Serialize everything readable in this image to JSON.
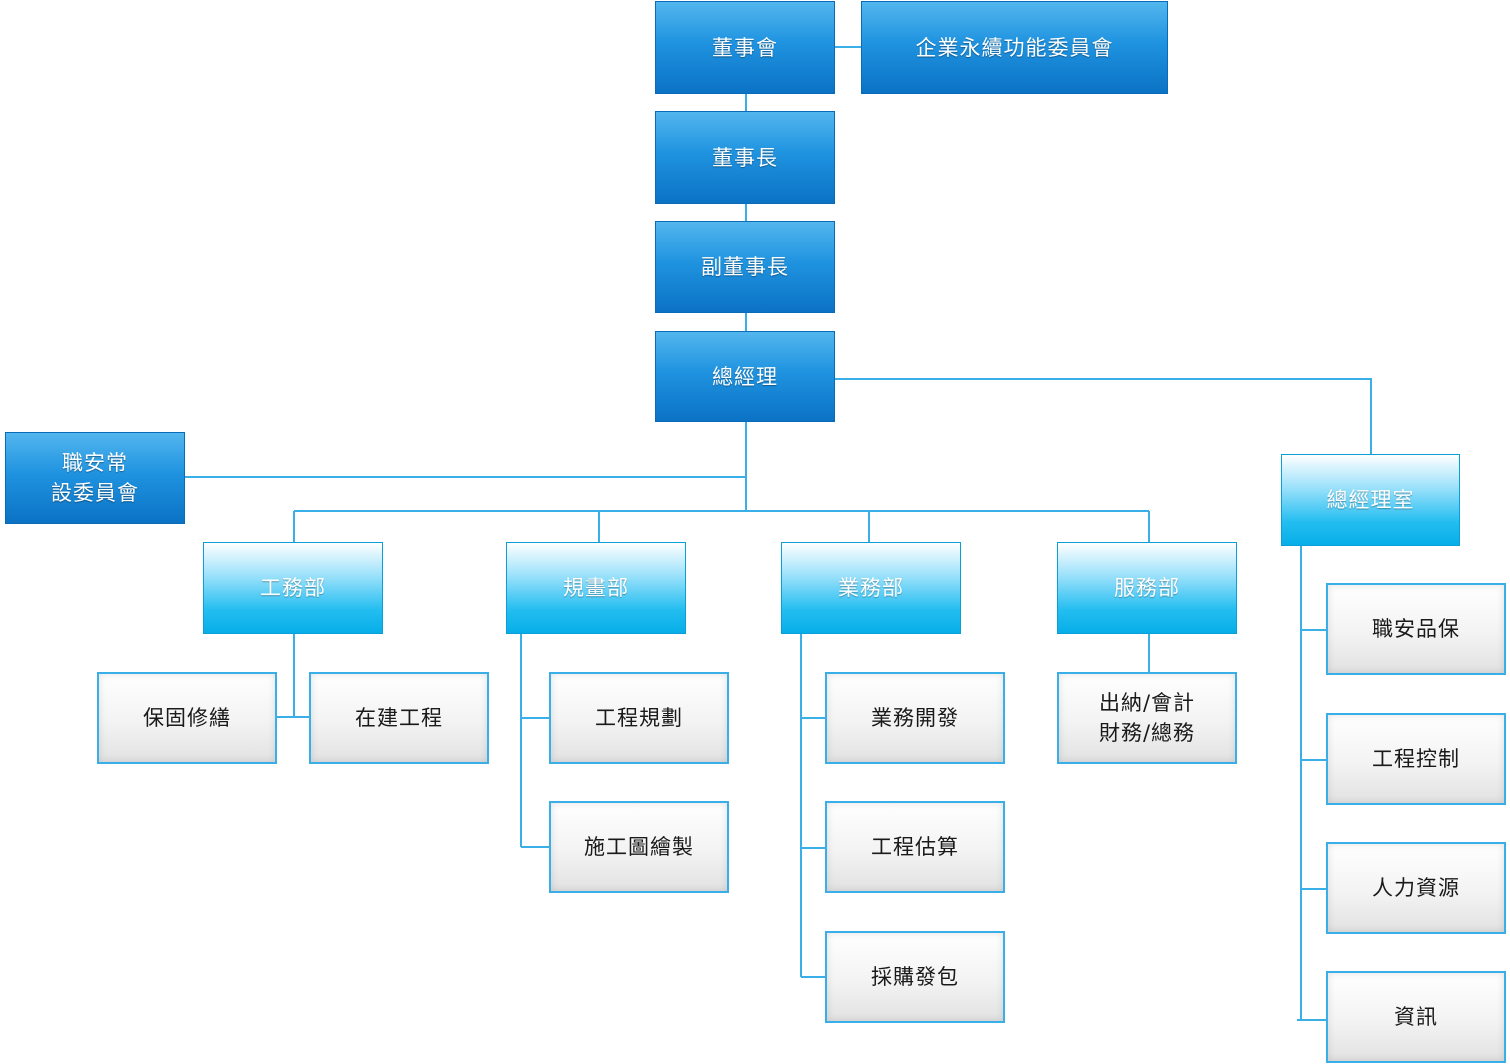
{
  "board": "董事會",
  "sustainability_committee": "企業永續功能委員會",
  "chairman": "董事長",
  "vice_chairman": "副董事長",
  "general_manager": "總經理",
  "safety_committee": "職安常\n設委員會",
  "gm_office": {
    "title": "總經理室",
    "units": [
      "職安品保",
      "工程控制",
      "人力資源",
      "資訊"
    ]
  },
  "departments": [
    {
      "title": "工務部",
      "units": [
        "保固修繕",
        "在建工程"
      ]
    },
    {
      "title": "規畫部",
      "units": [
        "工程規劃",
        "施工圖繪製"
      ]
    },
    {
      "title": "業務部",
      "units": [
        "業務開發",
        "工程估算",
        "採購發包"
      ]
    },
    {
      "title": "服務部",
      "units": [
        "出納/會計\n財務/總務"
      ]
    }
  ]
}
